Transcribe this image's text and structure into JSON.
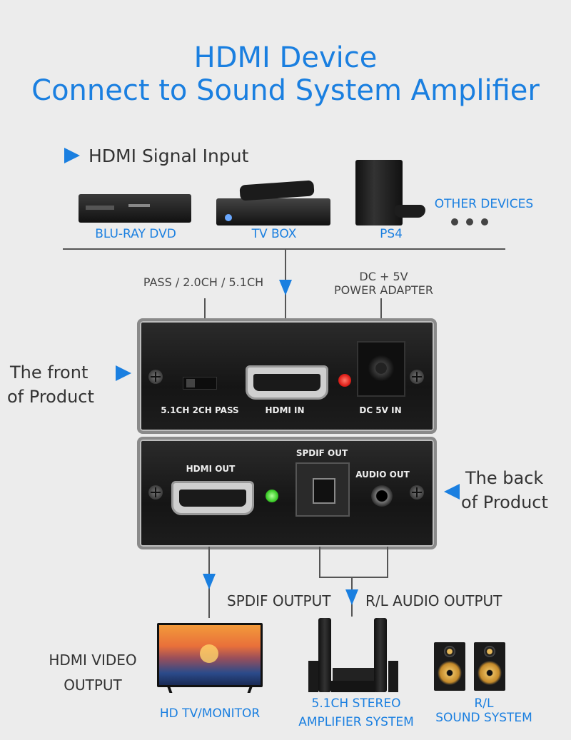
{
  "title": {
    "line1": "HDMI Device",
    "line2": "Connect to Sound System Amplifier"
  },
  "input_section": {
    "label": "HDMI Signal Input"
  },
  "devices": [
    {
      "label": "BLU-RAY DVD",
      "icon": "blu-ray-player-icon"
    },
    {
      "label": "TV BOX",
      "icon": "tv-box-icon"
    },
    {
      "label": "PS4",
      "icon": "ps4-console-icon"
    },
    {
      "label": "OTHER DEVICES",
      "icon": "ellipsis-icon"
    }
  ],
  "labels": {
    "pass_mode": "PASS / 2.0CH / 5.1CH",
    "power_line1": "DC + 5V",
    "power_line2": "POWER ADAPTER",
    "front_line1": "The front",
    "front_line2": "of Product",
    "back_line1": "The back",
    "back_line2": "of Product",
    "spdif_output": "SPDIF OUTPUT",
    "rl_audio_output": "R/L AUDIO OUTPUT",
    "hdmi_video_line1": "HDMI VIDEO",
    "hdmi_video_line2": "OUTPUT"
  },
  "front_panel": {
    "switch": "5.1CH 2CH PASS",
    "hdmi_in": "HDMI IN",
    "dc_in": "DC 5V IN"
  },
  "back_panel": {
    "hdmi_out": "HDMI OUT",
    "spdif_out": "SPDIF OUT",
    "audio_out": "AUDIO OUT"
  },
  "outputs": [
    {
      "label": "HD TV/MONITOR"
    },
    {
      "label_line1": "5.1CH STEREO",
      "label_line2": "AMPLIFIER SYSTEM"
    },
    {
      "label_line1": "R/L",
      "label_line2": "SOUND SYSTEM"
    }
  ],
  "colors": {
    "accent": "#1a7fe0",
    "led_red": "#e0201a",
    "led_green": "#3dcc2a",
    "background": "#ececec"
  }
}
